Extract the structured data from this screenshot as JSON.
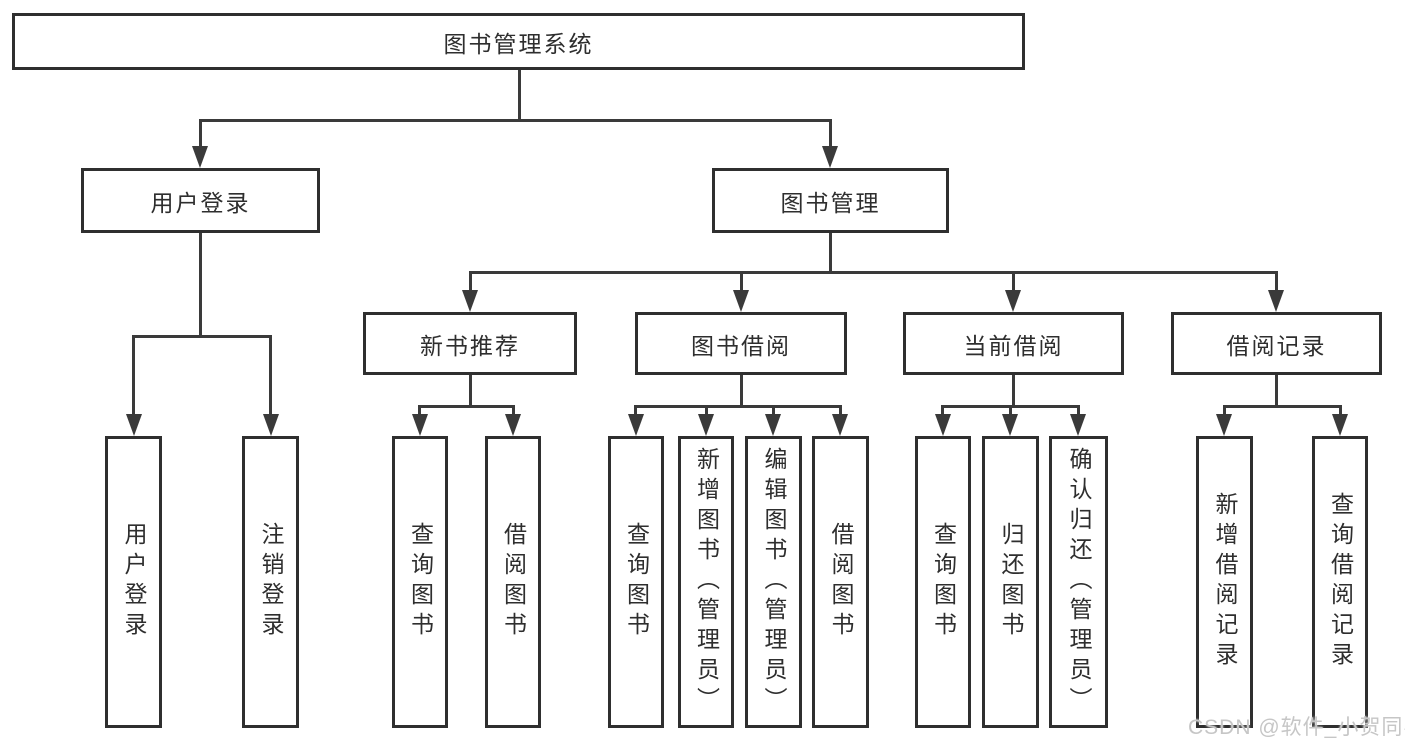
{
  "diagram": {
    "title": "图书管理系统",
    "root": {
      "label": "图书管理系统",
      "children": [
        {
          "label": "用户登录",
          "children": [
            {
              "label": "用户登录"
            },
            {
              "label": "注销登录"
            }
          ]
        },
        {
          "label": "图书管理",
          "children": [
            {
              "label": "新书推荐",
              "children": [
                {
                  "label": "查询图书"
                },
                {
                  "label": "借阅图书"
                }
              ]
            },
            {
              "label": "图书借阅",
              "children": [
                {
                  "label": "查询图书"
                },
                {
                  "label": "新增图书（管理员）"
                },
                {
                  "label": "编辑图书（管理员）"
                },
                {
                  "label": "借阅图书"
                }
              ]
            },
            {
              "label": "当前借阅",
              "children": [
                {
                  "label": "查询图书"
                },
                {
                  "label": "归还图书"
                },
                {
                  "label": "确认归还（管理员）"
                }
              ]
            },
            {
              "label": "借阅记录",
              "children": [
                {
                  "label": "新增借阅记录"
                },
                {
                  "label": "查询借阅记录"
                }
              ]
            }
          ]
        }
      ]
    }
  },
  "watermark": {
    "text": "CSDN @软件_小贺同学"
  },
  "colors": {
    "background": "#ffffff",
    "box_border": "#2f2f2f",
    "line": "#3a3a3a",
    "text": "#2e2e2e",
    "watermark": "#c6c6c6"
  }
}
